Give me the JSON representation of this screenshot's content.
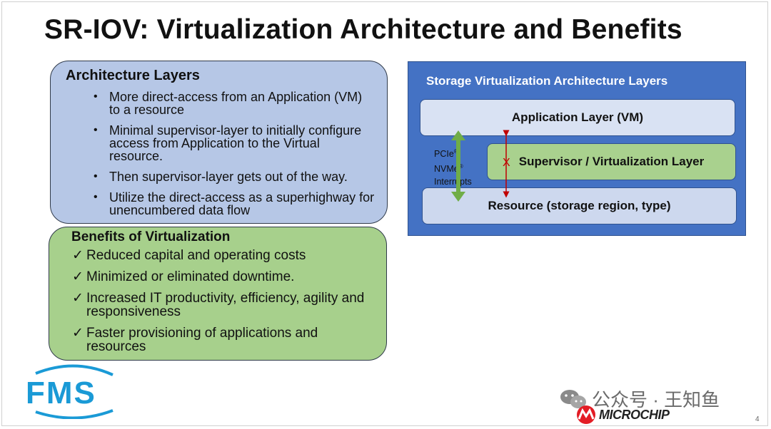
{
  "slide": {
    "title": "SR-IOV: Virtualization Architecture and Benefits",
    "page_number": "4"
  },
  "architecture": {
    "heading": "Architecture Layers",
    "bullets": [
      "More direct-access from  an Application (VM) to a resource",
      "Minimal supervisor-layer to initially configure access from Application to the Virtual resource.",
      "Then supervisor-layer gets out of the way.",
      "Utilize the direct-access as a superhighway for unencumbered data flow"
    ]
  },
  "benefits": {
    "heading": "Benefits of Virtualization",
    "items": [
      "Reduced capital and operating costs",
      "Minimized or eliminated downtime.",
      "Increased IT productivity, efficiency, agility and responsiveness",
      "Faster provisioning of applications and resources"
    ]
  },
  "diagram": {
    "title": "Storage Virtualization Architecture Layers",
    "application_layer": "Application Layer (VM)",
    "supervisor_layer": "Supervisor / Virtualization Layer",
    "resource_layer": "Resource (storage region, type)",
    "protocols": {
      "pcie": "PCIe",
      "nvme": "NVMe",
      "registered": "®",
      "interrupts": "Interrupts"
    },
    "blocked_mark": "X",
    "colors": {
      "background": "#4472c4",
      "application": "#d9e2f3",
      "supervisor": "#a9d18e",
      "resource": "#cdd8ee",
      "direct_arrow": "#70ad47",
      "blocked_arrow": "#c00000"
    }
  },
  "logos": {
    "fms": "FMS",
    "microchip": "MICROCHIP",
    "watermark": "公众号 · 王知鱼"
  },
  "icons": {
    "bullet": "•",
    "check": "✓"
  }
}
